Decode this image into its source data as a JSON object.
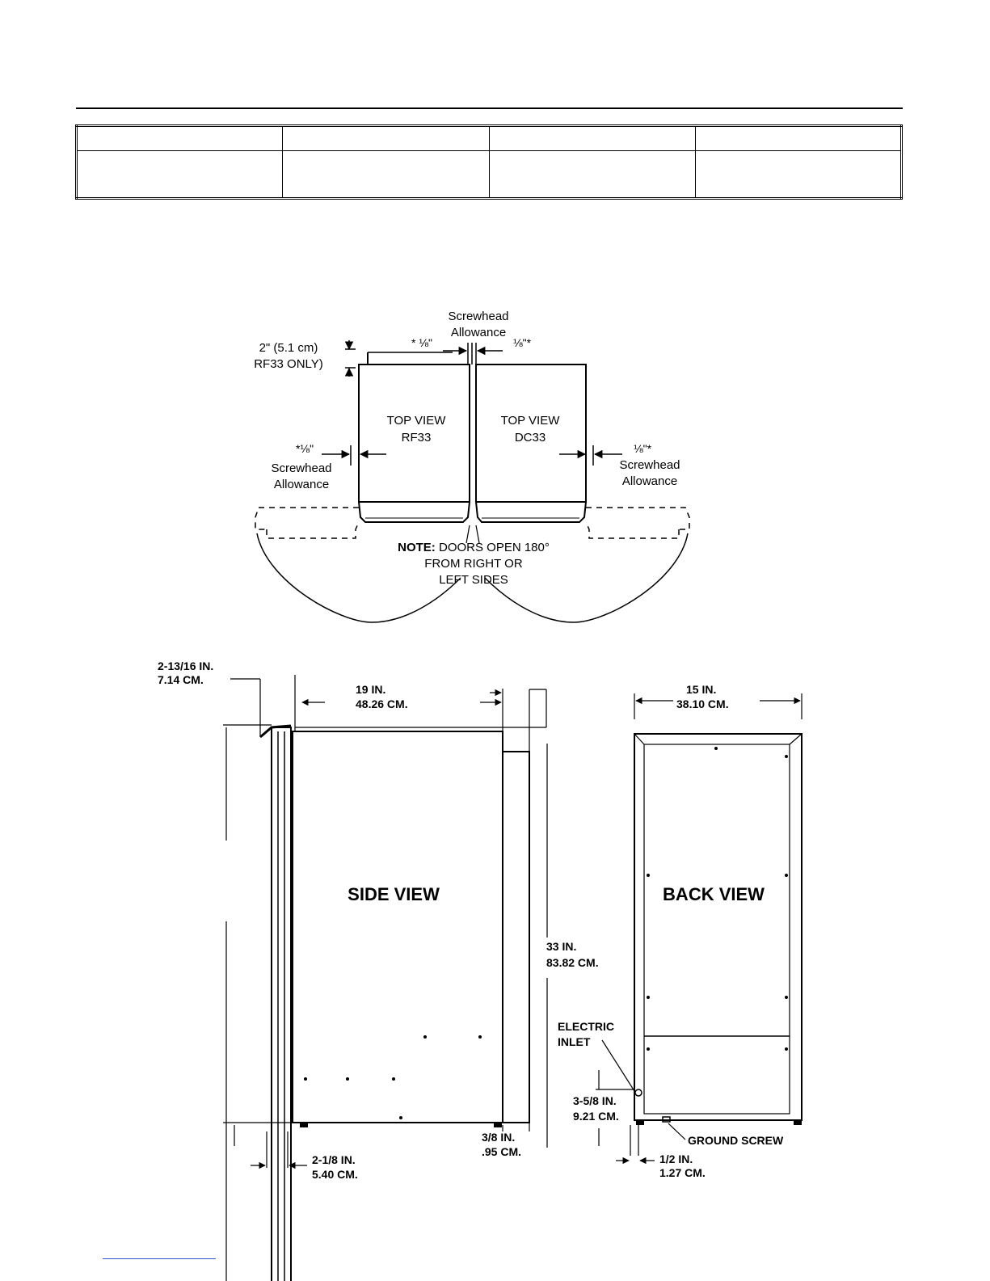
{
  "top_view": {
    "screwhead_allowance_top": [
      "Screwhead",
      "Allowance"
    ],
    "dim_2in": [
      "2\" (5.1 cm)",
      "RF33 ONLY)"
    ],
    "eighth_left_top": "* ⅛\"",
    "eighth_right_top": "⅛\"*",
    "rf33_title": [
      "TOP VIEW",
      "RF33"
    ],
    "dc33_title": [
      "TOP VIEW",
      "DC33"
    ],
    "eighth_left_side": "*⅛\"",
    "eighth_right_side": "⅛\"*",
    "screwhead_left": [
      "Screwhead",
      "Allowance"
    ],
    "screwhead_right": [
      "Screwhead",
      "Allowance"
    ],
    "note_bold": "NOTE:",
    "note_lines": [
      " DOORS OPEN 180°",
      "FROM RIGHT OR",
      "LEFT SIDES"
    ]
  },
  "side_view": {
    "title": "SIDE VIEW",
    "dim_top_left": [
      "2-13/16 IN.",
      "7.14 CM."
    ],
    "dim_depth": [
      "19 IN.",
      "48.26 CM."
    ],
    "dim_height": [
      "33 IN.",
      "83.82 CM."
    ],
    "dim_bottom_right": [
      "3/8 IN.",
      ".95 CM."
    ],
    "dim_bottom_left": [
      "2-1/8 IN.",
      "5.40 CM."
    ]
  },
  "back_view": {
    "title": "BACK VIEW",
    "dim_width": [
      "15 IN.",
      "38.10 CM."
    ],
    "electric_inlet": [
      "ELECTRIC",
      "INLET"
    ],
    "dim_inlet": [
      "3-5/8 IN.",
      "9.21 CM."
    ],
    "ground_screw": "GROUND SCREW",
    "dim_bottom": [
      "1/2 IN.",
      "1.27 CM."
    ]
  }
}
